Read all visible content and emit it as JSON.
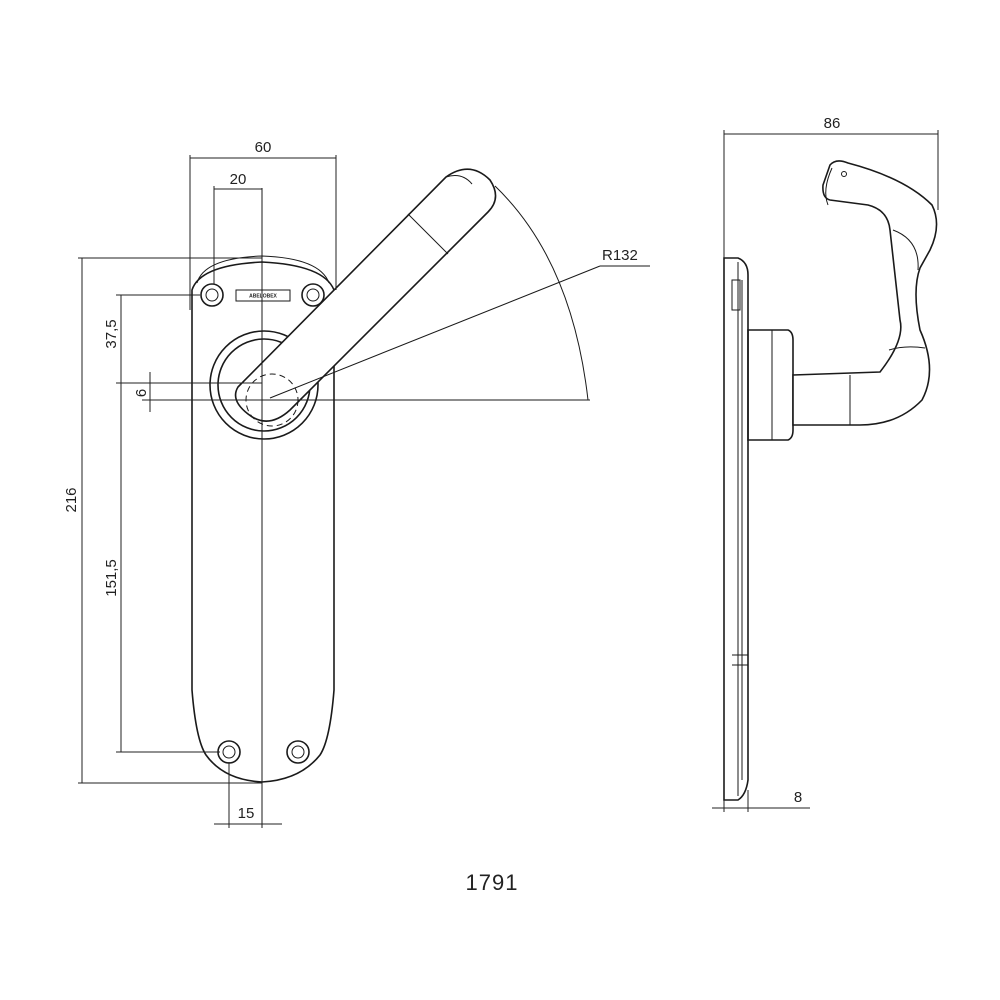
{
  "dimensions": {
    "plate_width": "60",
    "bolt_offset": "20",
    "overall_height": "216",
    "upper_offset": "37,5",
    "spindle_offset": "6",
    "hole_spacing": "151,5",
    "bottom_offset": "15",
    "radius": "R132",
    "projection": "86",
    "plate_thickness": "8"
  },
  "logo_text": "ABELOBEX",
  "model_number": "1791"
}
